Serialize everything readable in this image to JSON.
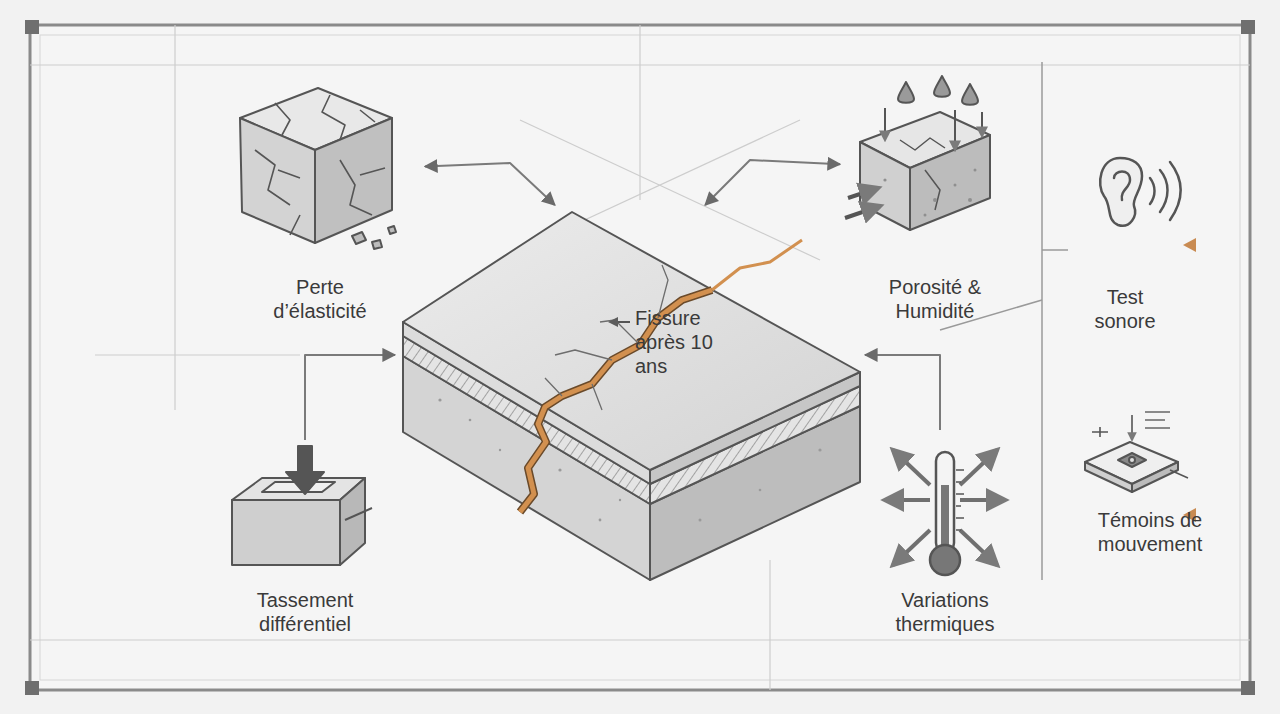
{
  "diagram": {
    "nodes": [
      {
        "text": [
          "Fissure après 10 ans"
        ]
      },
      {
        "text": [
          "Perte d’élasticité"
        ]
      },
      {
        "text": [
          "Porosité & Humidité"
        ]
      },
      {
        "text": [
          "Tassement différentiel"
        ]
      },
      {
        "text": [
          "Variations thermiques"
        ]
      },
      {
        "text": [
          "Test sonore"
        ]
      },
      {
        "text": [
          "Témoins de mouvement"
        ]
      }
    ],
    "edges": [
      {
        "from": 1,
        "to": 0,
        "arrow": "both"
      },
      {
        "from": 2,
        "to": 0,
        "arrow": "both"
      },
      {
        "from": 3,
        "to": 0,
        "arrow": "to"
      },
      {
        "from": 4,
        "to": 0,
        "arrow": "to"
      }
    ]
  }
}
